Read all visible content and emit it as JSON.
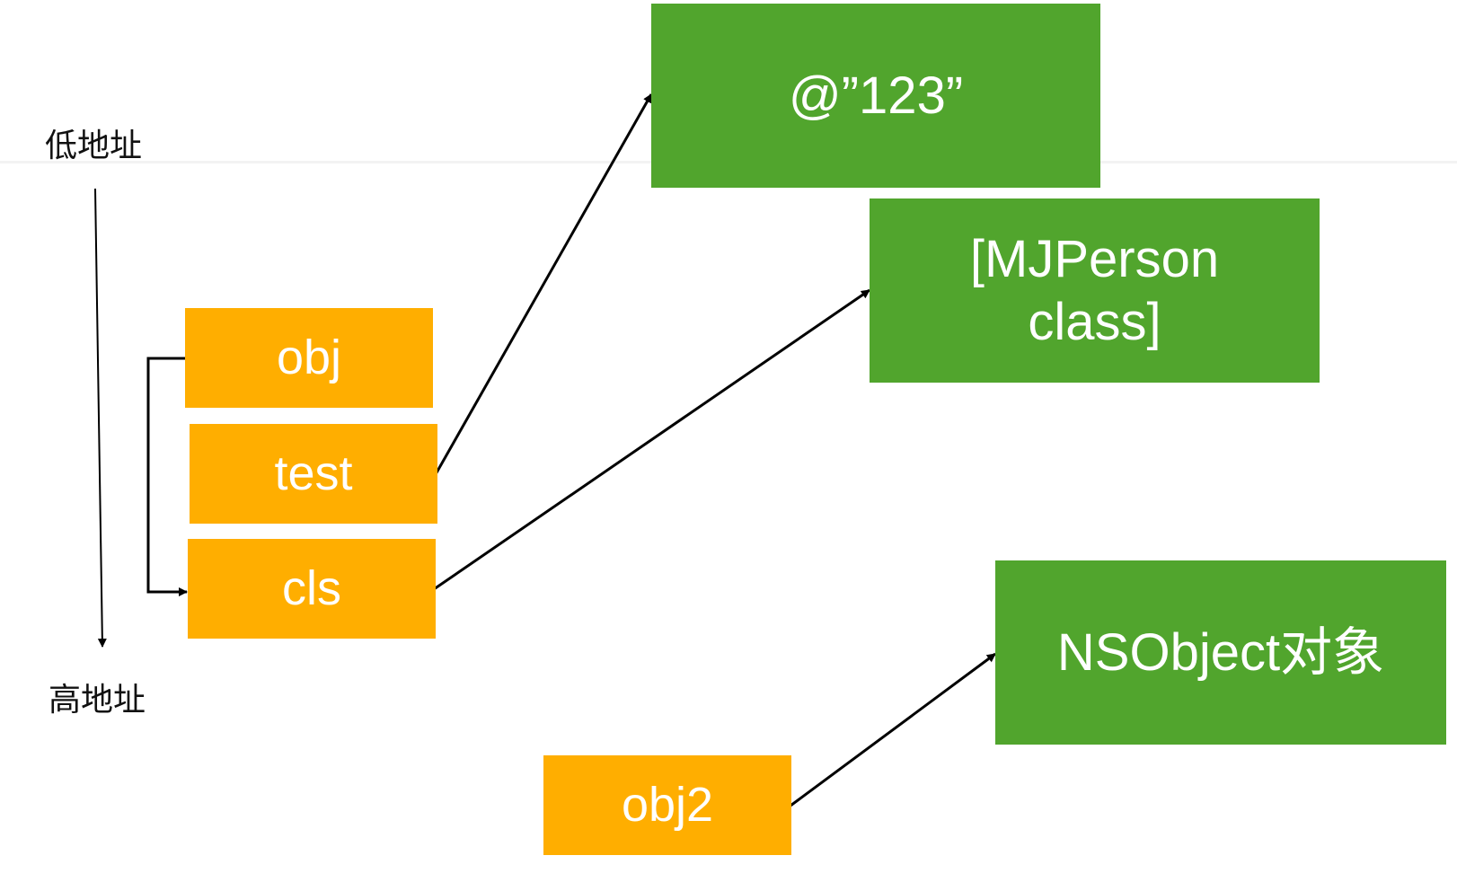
{
  "labels": {
    "low_address": "低地址",
    "high_address": "高地址"
  },
  "stack": {
    "obj": "obj",
    "test": "test",
    "cls": "cls",
    "obj2": "obj2"
  },
  "heap": {
    "string_literal": "@”123”",
    "class_line1": "[MJPerson",
    "class_line2": "class]",
    "nsobject": "NSObject对象"
  },
  "colors": {
    "stack_box": "#ffae00",
    "heap_box": "#51a52d",
    "text_on_box": "#ffffff",
    "arrow": "#000000"
  }
}
